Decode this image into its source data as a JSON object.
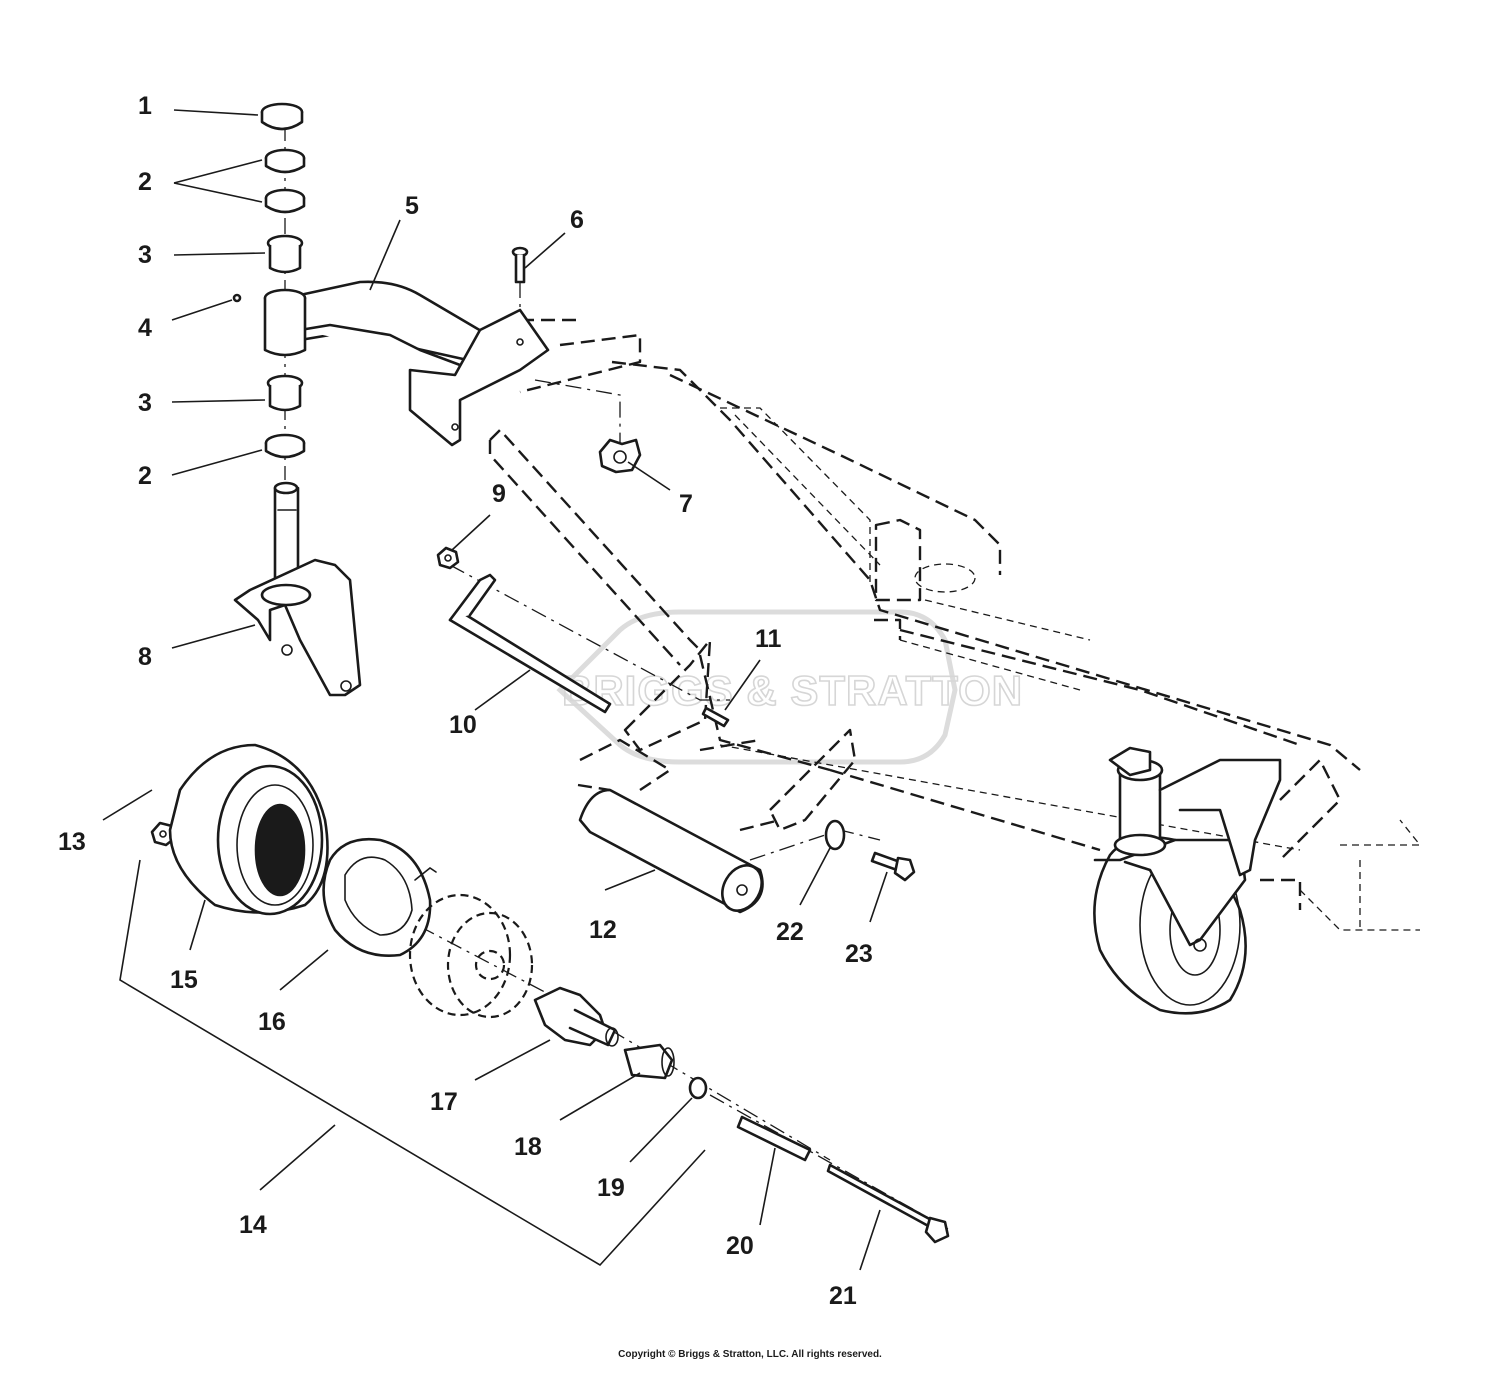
{
  "callouts": [
    {
      "id": "c1",
      "label": "1"
    },
    {
      "id": "c2a",
      "label": "2"
    },
    {
      "id": "c3a",
      "label": "3"
    },
    {
      "id": "c4",
      "label": "4"
    },
    {
      "id": "c3b",
      "label": "3"
    },
    {
      "id": "c2b",
      "label": "2"
    },
    {
      "id": "c5",
      "label": "5"
    },
    {
      "id": "c6",
      "label": "6"
    },
    {
      "id": "c7",
      "label": "7"
    },
    {
      "id": "c8",
      "label": "8"
    },
    {
      "id": "c9",
      "label": "9"
    },
    {
      "id": "c10",
      "label": "10"
    },
    {
      "id": "c11",
      "label": "11"
    },
    {
      "id": "c12",
      "label": "12"
    },
    {
      "id": "c13",
      "label": "13"
    },
    {
      "id": "c14",
      "label": "14"
    },
    {
      "id": "c15",
      "label": "15"
    },
    {
      "id": "c16",
      "label": "16"
    },
    {
      "id": "c17",
      "label": "17"
    },
    {
      "id": "c18",
      "label": "18"
    },
    {
      "id": "c19",
      "label": "19"
    },
    {
      "id": "c20",
      "label": "20"
    },
    {
      "id": "c21",
      "label": "21"
    },
    {
      "id": "c22",
      "label": "22"
    },
    {
      "id": "c23",
      "label": "23"
    }
  ],
  "watermark": "BRIGGS & STRATTON",
  "copyright": "Copyright © Briggs & Stratton, LLC. All rights reserved."
}
